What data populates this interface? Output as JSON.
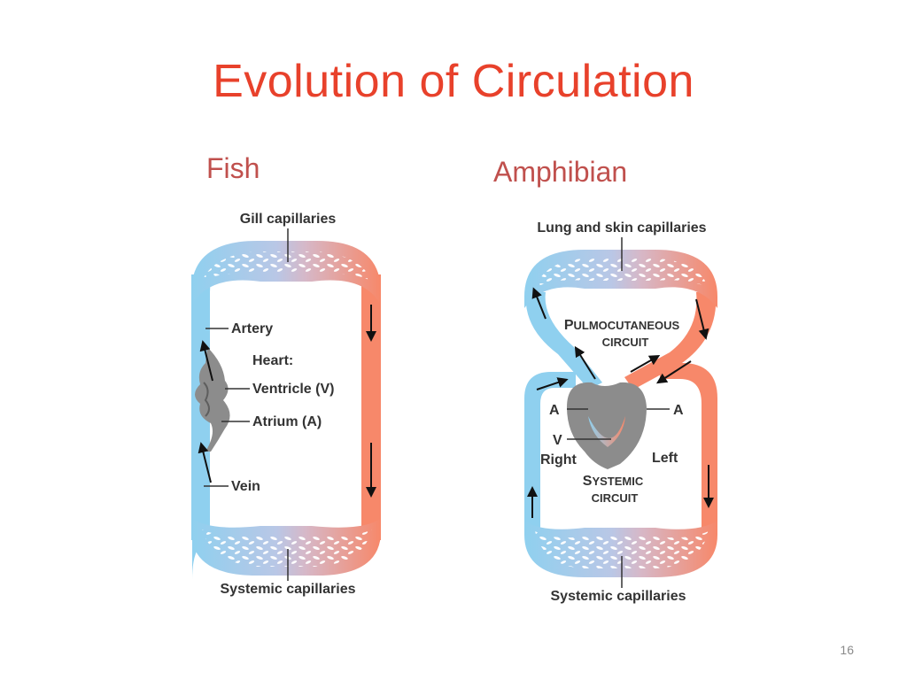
{
  "slide": {
    "title": "Evolution of Circulation",
    "page_number": "16"
  },
  "fish": {
    "heading": "Fish",
    "labels": {
      "gill_capillaries": "Gill capillaries",
      "artery": "Artery",
      "heart": "Heart:",
      "ventricle": "Ventricle (V)",
      "atrium": "Atrium (A)",
      "vein": "Vein",
      "systemic_capillaries": "Systemic capillaries"
    }
  },
  "amphibian": {
    "heading": "Amphibian",
    "labels": {
      "lung_skin_capillaries": "Lung and skin capillaries",
      "pulmocutaneous_big": "P",
      "pulmocutaneous_rest": "ULMOCUTANEOUS",
      "pulmocutaneous_line2": "CIRCUIT",
      "atrium_right": "A",
      "atrium_left": "A",
      "ventricle": "V",
      "right": "Right",
      "left": "Left",
      "systemic_big": "S",
      "systemic_rest": "YSTEMIC",
      "systemic_line2": "CIRCUIT",
      "systemic_capillaries": "Systemic capillaries"
    }
  },
  "colors": {
    "title": "#e8412b",
    "subheading": "#c0504d",
    "deoxygenated_blood": "#8fd0ef",
    "oxygenated_blood": "#f7886a",
    "heart": "#8c8c8c"
  }
}
